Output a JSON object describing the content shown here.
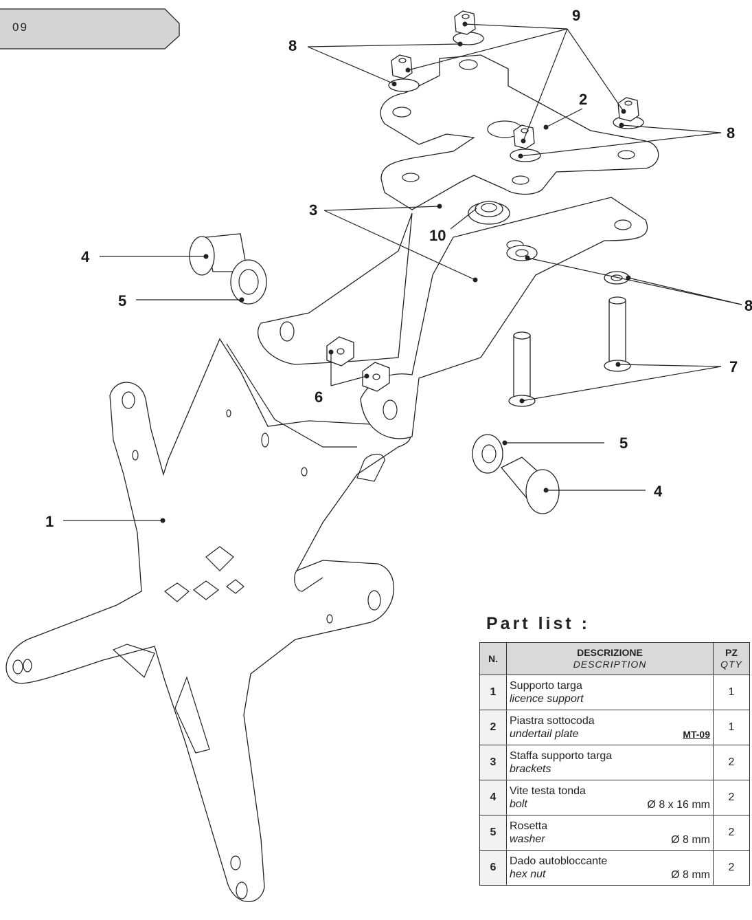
{
  "page": {
    "tab_label": "09"
  },
  "callouts": {
    "n1": "1",
    "n2": "2",
    "n3": "3",
    "n4a": "4",
    "n4b": "4",
    "n5a": "5",
    "n5b": "5",
    "n6": "6",
    "n7": "7",
    "n8a": "8",
    "n8b": "8",
    "n8c": "8",
    "n9": "9",
    "n10": "10"
  },
  "part_list": {
    "title": "Part list :",
    "headers": {
      "n": "N.",
      "desc_it": "DESCRIZIONE",
      "desc_en": "DESCRIPTION",
      "qty_it": "PZ",
      "qty_en": "QTY"
    },
    "rows": [
      {
        "n": "1",
        "it": "Supporto targa",
        "en": "licence support",
        "spec": "",
        "qty": "1"
      },
      {
        "n": "2",
        "it": "Piastra sottocoda",
        "en": "undertail plate",
        "spec": "MT-09",
        "qty": "1"
      },
      {
        "n": "3",
        "it": "Staffa supporto targa",
        "en": "brackets",
        "spec": "",
        "qty": "2"
      },
      {
        "n": "4",
        "it": "Vite testa tonda",
        "en": "bolt",
        "spec": "Ø 8 x 16 mm",
        "qty": "2"
      },
      {
        "n": "5",
        "it": "Rosetta",
        "en": "washer",
        "spec": "Ø 8 mm",
        "qty": "2"
      },
      {
        "n": "6",
        "it": "Dado autobloccante",
        "en": "hex nut",
        "spec": "Ø 8 mm",
        "qty": "2"
      }
    ]
  }
}
